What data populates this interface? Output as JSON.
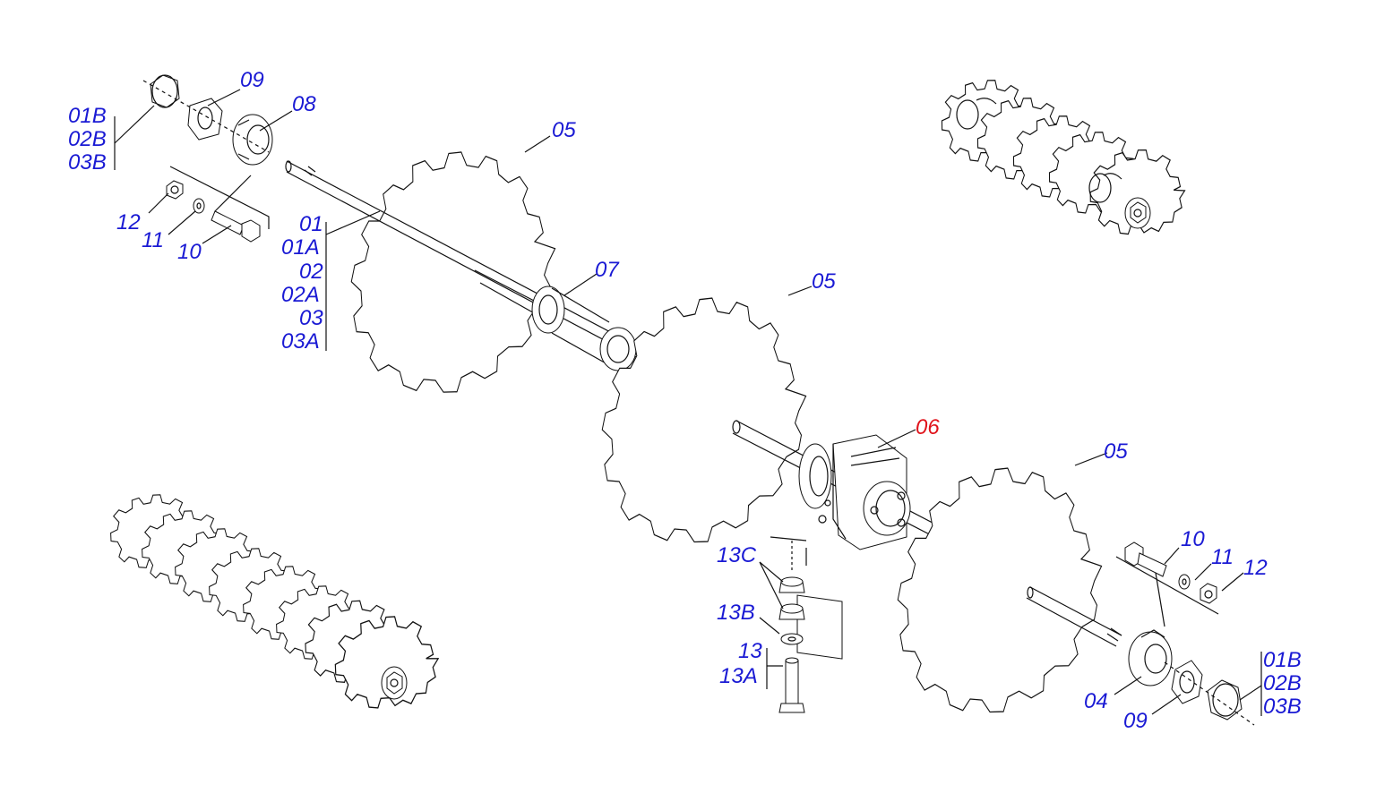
{
  "colors": {
    "label": "#1a1ad4",
    "highlight": "#e0141c",
    "line": "#111111",
    "background": "#ffffff"
  },
  "labels": {
    "l01B_tl": "01B",
    "l02B_tl": "02B",
    "l03B_tl": "03B",
    "l09_tl": "09",
    "l08": "08",
    "l12_l": "12",
    "l11_l": "11",
    "l10_l": "10",
    "l01": "01",
    "l01A": "01A",
    "l02": "02",
    "l02A": "02A",
    "l03": "03",
    "l03A": "03A",
    "l05_a": "05",
    "l07": "07",
    "l05_b": "05",
    "l06": "06",
    "l05_c": "05",
    "l10_r": "10",
    "l11_r": "11",
    "l12_r": "12",
    "l13C": "13C",
    "l13B": "13B",
    "l13": "13",
    "l13A": "13A",
    "l04": "04",
    "l09_br": "09",
    "l01B_br": "01B",
    "l02B_br": "02B",
    "l03B_br": "03B"
  }
}
